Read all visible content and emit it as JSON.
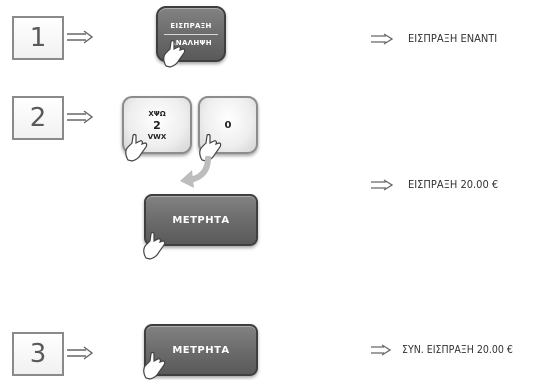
{
  "steps": [
    {
      "number": "1"
    },
    {
      "number": "2"
    },
    {
      "number": "3"
    }
  ],
  "keys": {
    "collection": {
      "top": "ΕΙΣΠΡΑΞΗ",
      "bottom": "ΑΝΑΛΗΨΗ"
    },
    "key_2": {
      "top": "ΧΨΩ",
      "main": "2",
      "bottom": "VWX"
    },
    "key_0": {
      "main": "0"
    },
    "cash_step2": "ΜΕΤΡΗΤΑ",
    "cash_step3": "ΜΕΤΡΗΤΑ"
  },
  "results": {
    "step1": "ΕΙΣΠΡΑΞΗ ΕΝΑΝΤΙ",
    "step2": "ΕΙΣΠΡΑΞΗ 20.00 €",
    "step3": "ΣΥΝ. ΕΙΣΠΡΑΞΗ 20.00 €"
  },
  "colors": {
    "dark_key": "#6a6a6a",
    "light_key": "#eeeeee",
    "step_border": "#8a8a8a"
  }
}
